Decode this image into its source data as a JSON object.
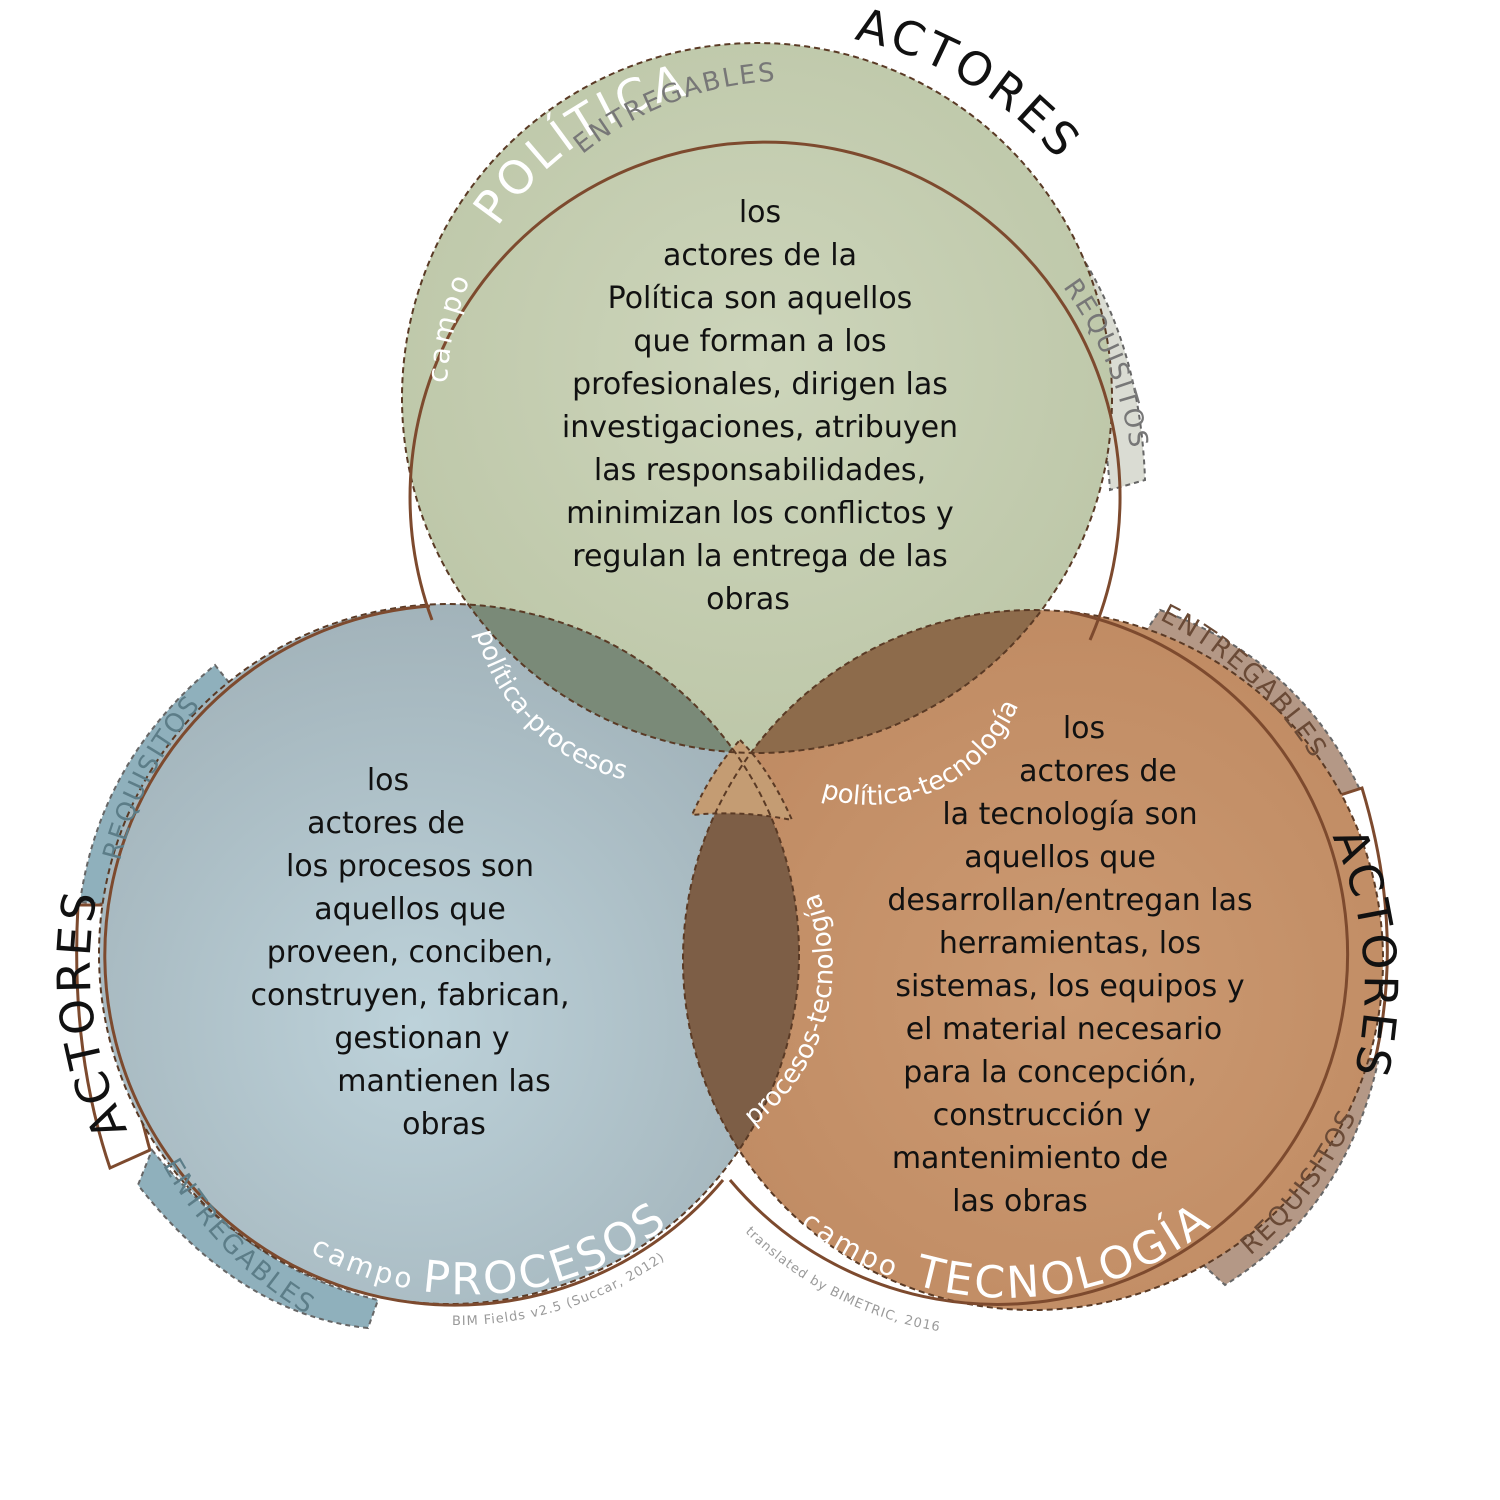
{
  "fields": {
    "politica": {
      "prefix": "campo",
      "name": "POLÍTICA",
      "actores": "ACTORES",
      "entregables": "ENTREGABLES",
      "requisitos": "REQUISITOS",
      "description": [
        "los",
        "actores de la",
        "Política son aquellos",
        "que forman a los",
        "profesionales, dirigen las",
        "investigaciones, atribuyen",
        "las responsabilidades,",
        "minimizan los conflictos y",
        "regulan la entrega de las",
        "obras"
      ],
      "fill": "#c3ccb0",
      "tab_fill": "#dadcd3"
    },
    "procesos": {
      "prefix": "campo",
      "name": "PROCESOS",
      "actores": "ACTORES",
      "entregables": "ENTREGABLES",
      "requisitos": "REQUISITOS",
      "description": [
        "los",
        "actores de",
        "los procesos son",
        "aquellos que",
        "proveen, conciben,",
        "construyen, fabrican,",
        "gestionan y",
        "mantienen las",
        "obras"
      ],
      "fill": "#aebfc6",
      "tab_fill": "#8fb0bc"
    },
    "tecnologia": {
      "prefix": "campo",
      "name": "TECNOLOGÍA",
      "actores": "ACTORES",
      "entregables": "ENTREGABLES",
      "requisitos": "REQUISITOS",
      "description": [
        "los",
        "actores de",
        "la tecnología son",
        "aquellos que",
        "desarrollan/entregan las",
        "herramientas, los",
        "sistemas, los equipos y",
        "el material necesario",
        "para la concepción,",
        "construcción y",
        "mantenimiento de",
        "las obras"
      ],
      "fill": "#c7916a",
      "tab_fill": "#b49886"
    }
  },
  "overlaps": {
    "politica_procesos": "política-procesos",
    "politica_tecnologia": "política-tecnología",
    "procesos_tecnologia": "procesos-tecnología"
  },
  "credits": {
    "source": "BIM Fields v2.5 (Succar, 2012)",
    "translation": "translated by BIMETRIC, 2016"
  },
  "colors": {
    "outline": "#7d4a2e",
    "overlap_pp": "#7b8a7b",
    "overlap_pt": "#8e6a4a",
    "overlap_prt": "#7d5e45",
    "center": "#c39a72"
  }
}
